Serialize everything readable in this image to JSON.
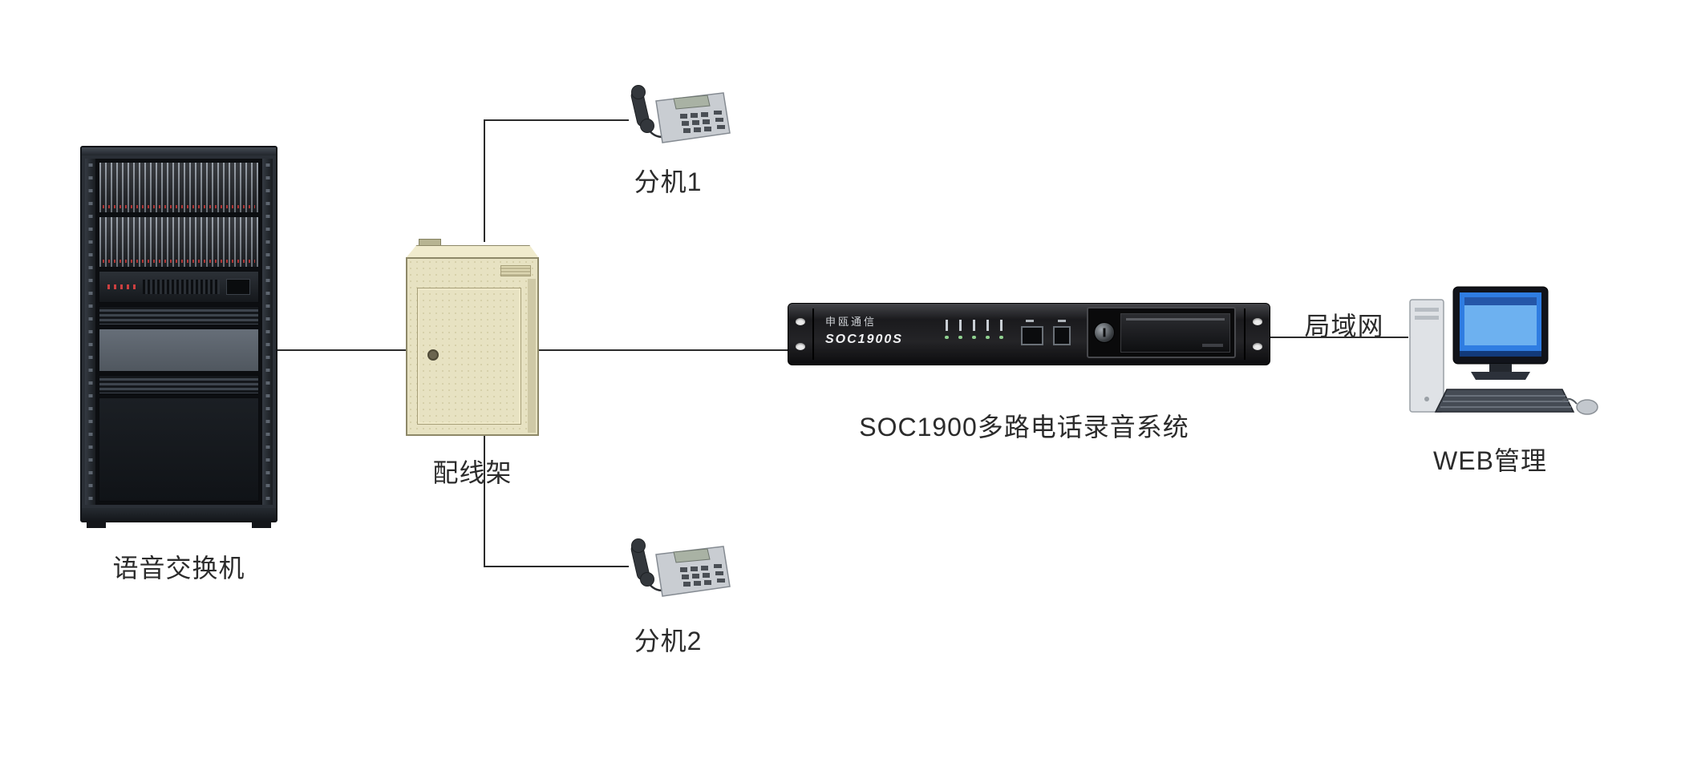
{
  "labels": {
    "voice_switch": "语音交换机",
    "distribution_frame": "配线架",
    "extension1": "分机1",
    "extension2": "分机2",
    "recorder": "SOC1900多路电话录音系统",
    "lan": "局域网",
    "web_admin": "WEB管理"
  },
  "recorder_device": {
    "brand": "申瓯通信",
    "model": "SOC1900S"
  },
  "topology": {
    "nodes": [
      "语音交换机",
      "配线架",
      "分机1",
      "分机2",
      "SOC1900多路电话录音系统",
      "WEB管理"
    ],
    "edges": [
      [
        "语音交换机",
        "配线架"
      ],
      [
        "配线架",
        "分机1"
      ],
      [
        "配线架",
        "分机2"
      ],
      [
        "配线架",
        "SOC1900多路电话录音系统"
      ],
      [
        "SOC1900多路电话录音系统",
        "WEB管理"
      ]
    ],
    "edge_label_recorder_to_web": "局域网"
  },
  "colors": {
    "background": "#ffffff",
    "connector_line": "#2b2b2b",
    "cabinet_beige": "#e7e2c2",
    "recorder_black": "#1a1a1d",
    "monitor_screen_blue": "#2f7de2"
  }
}
